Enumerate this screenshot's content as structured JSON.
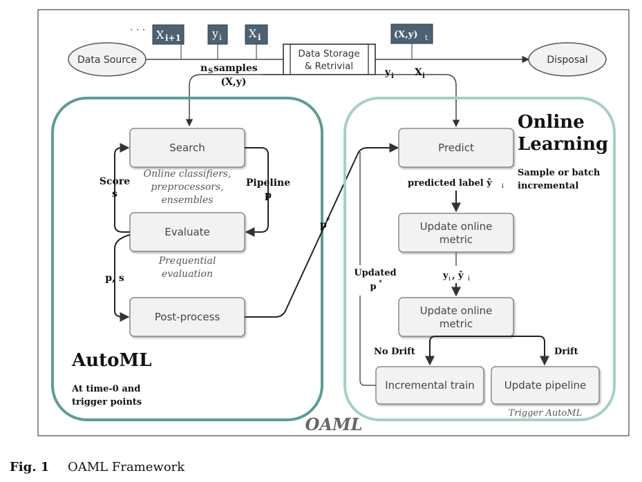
{
  "top": {
    "data_source": "Data Source",
    "disposal": "Disposal",
    "storage_line1": "Data Storage",
    "storage_line2": "& Retrivial",
    "dots": "· · ·",
    "tag_xi1": "X",
    "tag_xi1_sub": "i+1",
    "tag_yi": "y",
    "tag_yi_sub": "i",
    "tag_xi": "X",
    "tag_xi_sub": "i",
    "tag_xyt": "(X,y)",
    "tag_xyt_sub": "t",
    "ns_samples_main": "n",
    "ns_samples_sub": "S",
    "ns_samples_rest": " samples",
    "xy": "(X,y)",
    "yi_label": "y",
    "yi_label_sub": "i",
    "xi_label": "X",
    "xi_label_sub": "i"
  },
  "automl": {
    "search": "Search",
    "search_note1": "Online classifiers,",
    "search_note2": "preprocessors,",
    "search_note3": "ensembles",
    "score": "Score",
    "score_s": "s",
    "pipeline": "Pipeline",
    "pipeline_p": "p",
    "evaluate": "Evaluate",
    "eval_note1": "Prequential",
    "eval_note2": "evaluation",
    "ps": "p, s",
    "postprocess": "Post-process",
    "title": "AutoML",
    "sub1": "At time-0 and",
    "sub2": "trigger points",
    "pstar": "p",
    "star": "*"
  },
  "online": {
    "title1": "Online",
    "title2": "Learning",
    "sub1": "Sample or batch",
    "sub2": "incremental",
    "predict": "Predict",
    "predicted_label": "predicted label ŷ",
    "predicted_label_sub": "i",
    "update1_l1": "Update online",
    "update1_l2": "metric",
    "yi_hat": "y",
    "yi_hat_rest": " , ŷ",
    "yi_hat_sub": "i",
    "update2_l1": "Update online",
    "update2_l2": "metric",
    "updated": "Updated",
    "updated_p": "p",
    "no_drift": "No Drift",
    "drift": "Drift",
    "incremental_train": "Incremental train",
    "update_pipeline": "Update pipeline",
    "trigger": "Trigger AutoML"
  },
  "oaml": "OAML",
  "caption_bold": "Fig. 1",
  "caption_text": "OAML Framework",
  "colors": {
    "automl_border": "#5b9c94",
    "online_border": "#a6cfc6",
    "tag_fill": "#4c6272",
    "box_fill": "#f2f2f2",
    "box_stroke": "#8a8a8a",
    "line": "#333333"
  }
}
